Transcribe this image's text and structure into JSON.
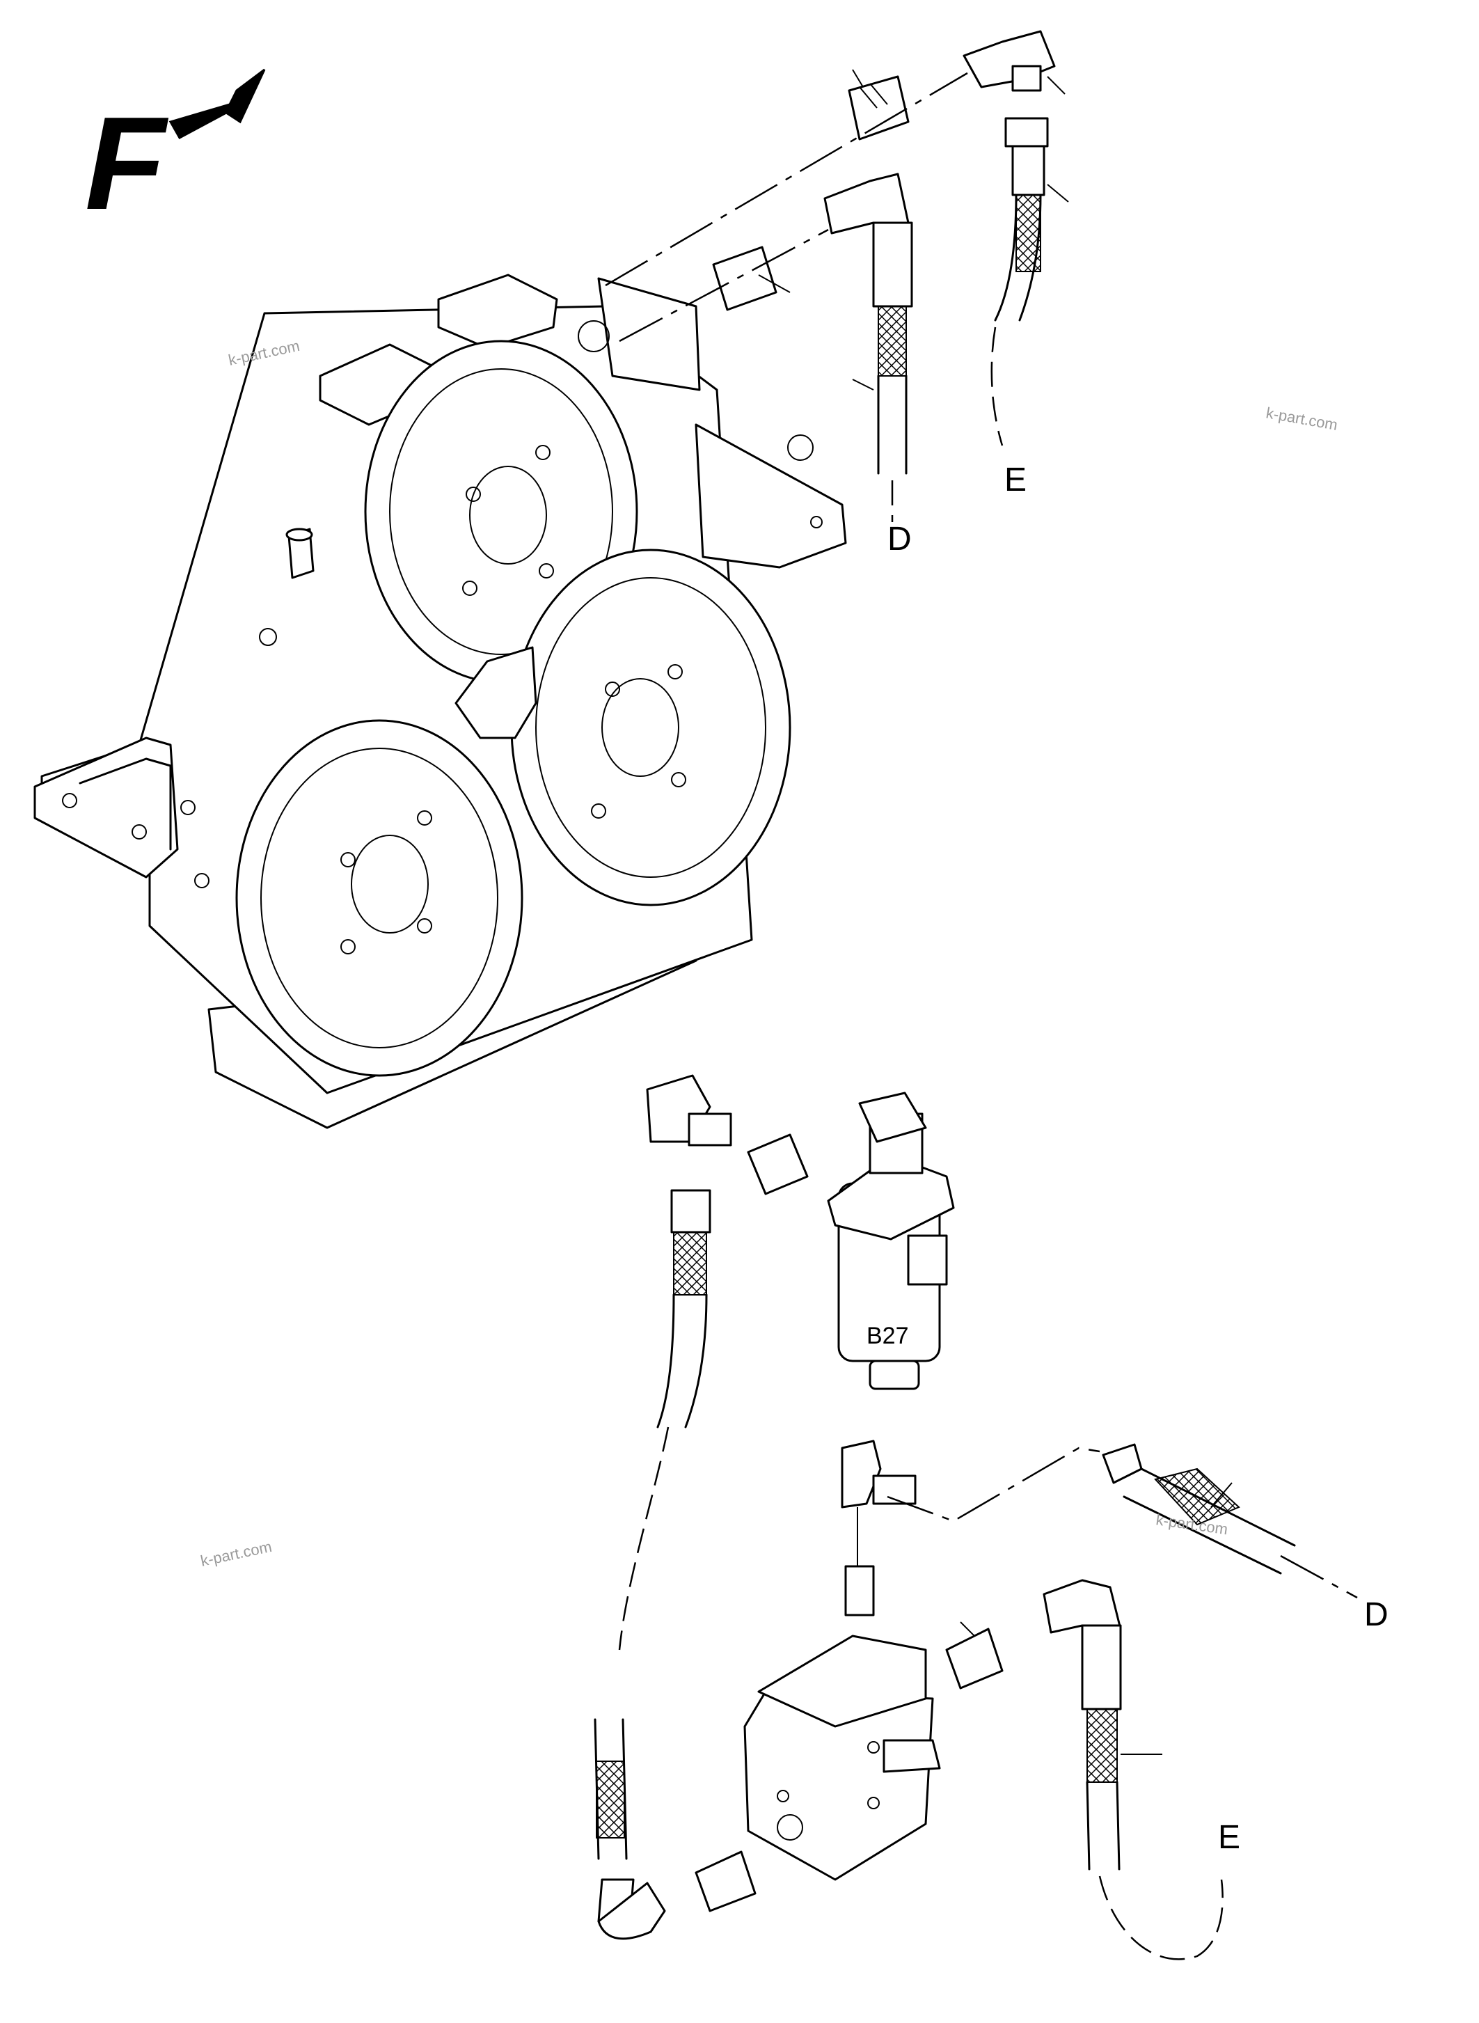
{
  "diagram": {
    "front_marker": "F",
    "labels": {
      "top_line_d": "D",
      "top_line_e": "E",
      "bottom_line_d": "D",
      "bottom_line_e": "E",
      "sensor": "B27"
    },
    "watermarks": [
      "k-part.com",
      "k-part.com",
      "k-part.com",
      "k-part.com"
    ],
    "colors": {
      "line": "#000000",
      "background": "#ffffff",
      "watermark": "#9a9a9a"
    }
  }
}
